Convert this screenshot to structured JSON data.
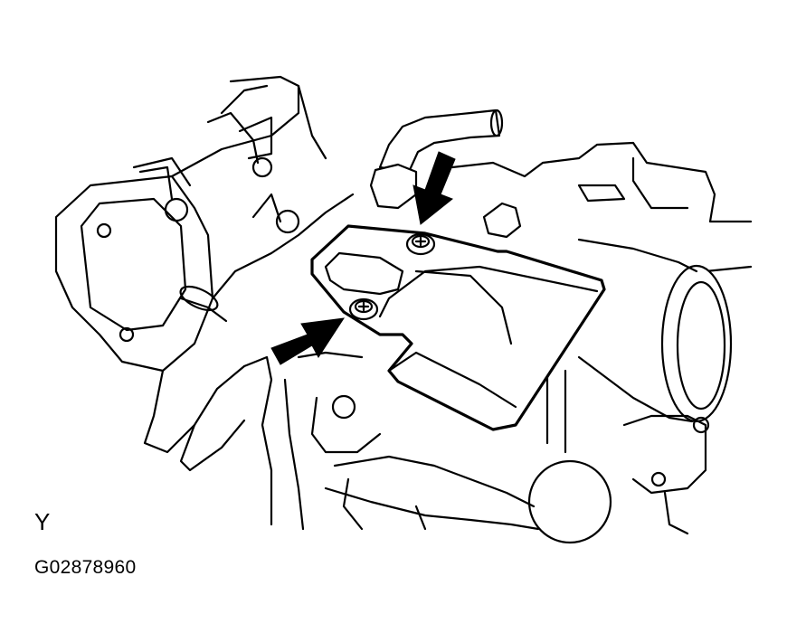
{
  "view_label": "Y",
  "figure_id": "G02878960",
  "arrows": [
    {
      "name": "upper-arrow",
      "points_to": "bolt-upper"
    },
    {
      "name": "lower-arrow",
      "points_to": "bolt-lower"
    }
  ],
  "icons": [
    "arrow-icon",
    "bolt-icon"
  ]
}
